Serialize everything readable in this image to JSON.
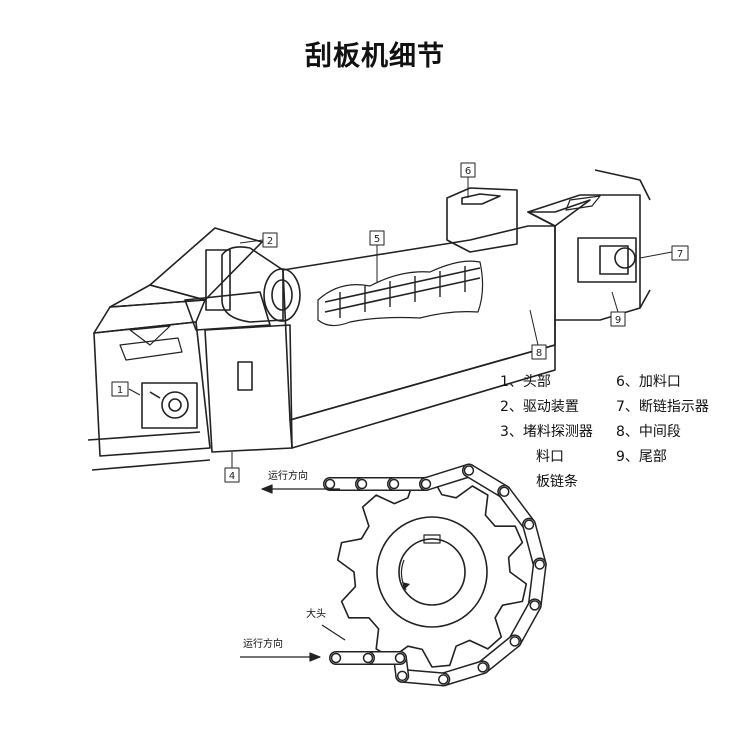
{
  "title": "刮板机细节",
  "callouts": [
    "1",
    "2",
    "5",
    "6",
    "7",
    "9",
    "8",
    "4"
  ],
  "legend_left": [
    "1、头部",
    "2、驱动装置",
    "3、堵料探测器",
    "料口",
    "板链条"
  ],
  "legend_right": [
    "6、加料口",
    "7、断链指示器",
    "8、中间段",
    "9、尾部"
  ],
  "direction_top": "运行方向",
  "direction_bottom": "运行方向",
  "big_head_label": "大头"
}
